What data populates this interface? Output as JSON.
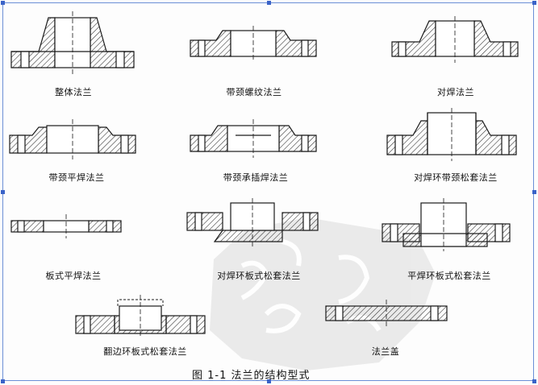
{
  "figure": {
    "caption": "图 1-1   法兰的结构型式",
    "labels": {
      "integral": "整体法兰",
      "threaded": "带颈螺纹法兰",
      "weld_neck": "对焊法兰",
      "slip_on_hub": "带颈平焊法兰",
      "socket_weld": "带颈承插焊法兰",
      "lap_joint_hub": "对焊环带颈松套法兰",
      "plate_slip_on": "板式平焊法兰",
      "lap_joint_plate": "对焊环板式松套法兰",
      "flat_ring_plate": "平焊环板式松套法兰",
      "flanged_ring_plate": "翻边环板式松套法兰",
      "blind": "法兰盖"
    }
  },
  "colors": {
    "line": "#1a1a1a",
    "hatch": "#2a2a2a",
    "frame": "#6b8fd6",
    "handle": "#3a63c8",
    "watermark": "#d9d9d9"
  }
}
